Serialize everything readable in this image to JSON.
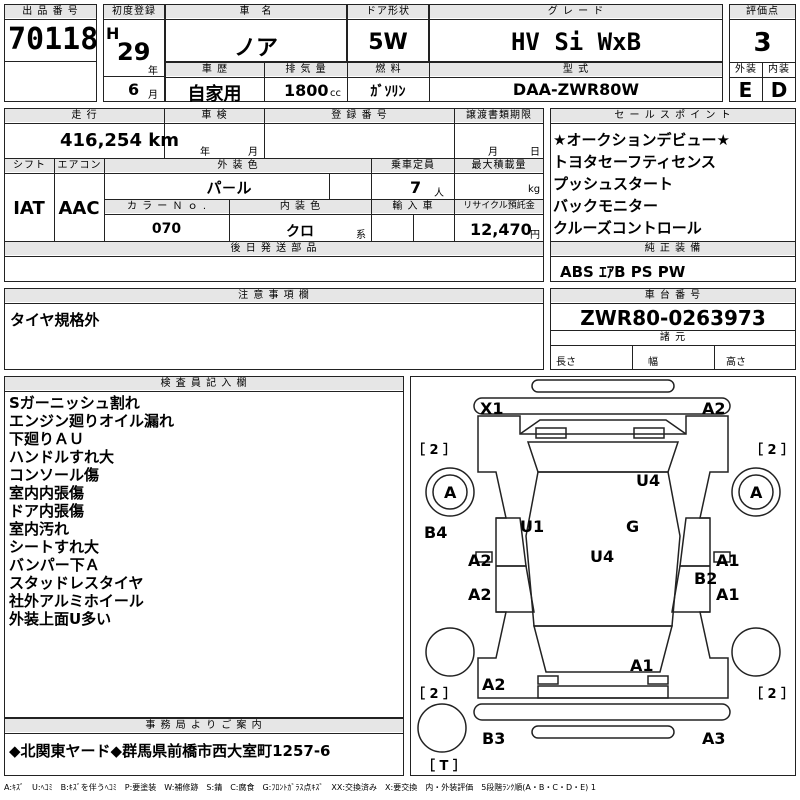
{
  "header": {
    "lot_label": "出 品 番 号",
    "lot_no": "70118",
    "first_reg_label": "初度登録",
    "era": "H",
    "year": "29",
    "year_unit": "年",
    "month": "6",
    "month_unit": "月",
    "car_name_label": "車　名",
    "car_name": "ノア",
    "door_label": "ドア形状",
    "door": "5W",
    "grade_label": "グ レ ー ド",
    "grade": "HV Si WxB",
    "score_label": "評価点",
    "score": "3",
    "history_label": "車 歴",
    "history": "自家用",
    "disp_label": "排 気 量",
    "disp": "1800",
    "disp_unit": "cc",
    "fuel_label": "燃 料",
    "fuel": "ｶﾞｿﾘﾝ",
    "model_label": "型 式",
    "model": "DAA-ZWR80W",
    "ext_label": "外装",
    "ext": "E",
    "int_label": "内装",
    "int": "D"
  },
  "row2": {
    "mileage_label": "走 行",
    "mileage": "416,254 km",
    "inspection_label": "車 検",
    "insp_year_unit": "年",
    "insp_month_unit": "月",
    "regno_label": "登 録 番 号",
    "transfer_label": "譲渡書類期限",
    "transfer_month": "月",
    "transfer_day": "日",
    "shift_label": "シフト",
    "shift": "IAT",
    "ac_label": "エアコン",
    "ac": "AAC",
    "color_label": "外 装 色",
    "color": "パ－ル",
    "capacity_label": "乗車定員",
    "capacity": "7",
    "capacity_unit": "人",
    "load_label": "最大積載量",
    "load_unit": "kg",
    "colorno_label": "カ ラ ー Ｎ ｏ .",
    "colorno": "070",
    "intcolor_label": "内 装 色",
    "intcolor": "クロ",
    "intcolor_unit": "系",
    "import_label": "輸 入 車",
    "recycle_label": "リサイクル預託金",
    "recycle": "12,470",
    "recycle_unit": "円",
    "later_label": "後 日 発 送 部 品"
  },
  "sales_points": {
    "label": "セ ー ル ス ポ イ ン ト",
    "items": [
      "★オークションデビュー★",
      "トヨタセーフティセンス",
      "プッシュスタート",
      "バックモニター",
      "クルーズコントロール"
    ]
  },
  "equipment": {
    "label": "純 正 装 備",
    "value": "ABS ｴｱB PS PW"
  },
  "notes": {
    "label": "注 意 事 項 欄",
    "value": "タイヤ規格外"
  },
  "chassis": {
    "label": "車 台 番 号",
    "value": "ZWR80-0263973",
    "dims_label": "諸 元",
    "length": "長さ",
    "width": "幅",
    "height": "高さ"
  },
  "inspector": {
    "label": "検 査 員 記 入 欄",
    "items": [
      "Sガーニッシュ割れ",
      "エンジン廻りオイル漏れ",
      "下廻りＡＵ",
      "ハンドルすれ大",
      "コンソール傷",
      "室内内張傷",
      "ドア内張傷",
      "室内汚れ",
      "シートすれ大",
      "バンパー下Ａ",
      "スタッドレスタイヤ",
      "社外アルミホイール",
      "外装上面U多い"
    ]
  },
  "office": {
    "label": "事 務 局 よ り ご 案 内",
    "value": "◆北関東ヤード◆群馬県前橋市西大室町1257-6"
  },
  "diagram": {
    "marks": [
      "X1",
      "A2",
      "A",
      "A",
      "U4",
      "B4",
      "U1",
      "G",
      "U4",
      "A2",
      "A1",
      "B2",
      "A1",
      "A2",
      "A1",
      "A2",
      "B3",
      "A3"
    ],
    "tire_labels": [
      "［ 2 ］",
      "［ 2 ］",
      "［ 2 ］",
      "［ 2 ］",
      "［ T ］"
    ]
  },
  "legend": "A:ｷｽﾞ　U:ﾍｺﾐ　B:ｷｽﾞを伴うﾍｺﾐ　P:要塗装　W:補修跡　S:錆　C:腐食　G:ﾌﾛﾝﾄｶﾞﾗｽ点ｷｽﾞ　XX:交換済み　X:要交換　内・外装評価　5段階ﾗﾝｸ順(A・B・C・D・E) 1"
}
